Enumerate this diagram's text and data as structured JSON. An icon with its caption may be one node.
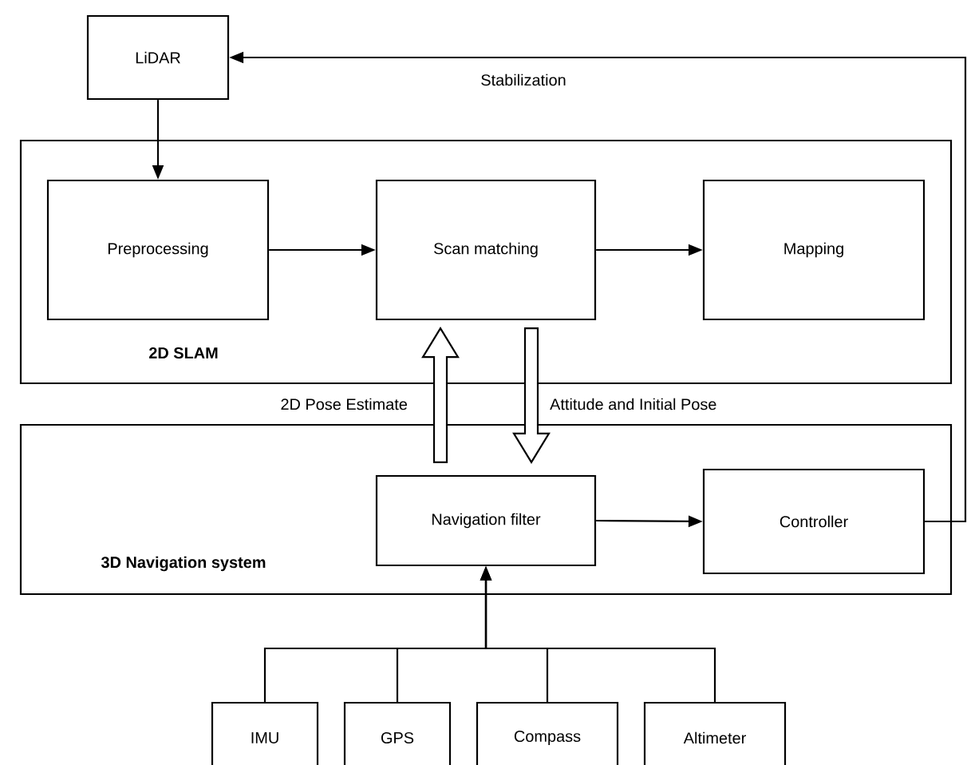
{
  "diagram": {
    "nodes": [
      {
        "text": [
          "LiDAR"
        ]
      },
      {
        "text": [
          "2D SLAM"
        ]
      },
      {
        "text": [
          "Preprocessing"
        ],
        "in": 1
      },
      {
        "text": [
          "Scan matching"
        ],
        "in": 1
      },
      {
        "text": [
          "Mapping"
        ],
        "in": 1
      },
      {
        "text": [
          "3D Navigation system"
        ]
      },
      {
        "text": [
          "Navigation filter"
        ],
        "in": 5
      },
      {
        "text": [
          "Controller"
        ],
        "in": 5
      },
      {
        "text": [
          "IMU"
        ]
      },
      {
        "text": [
          "GPS"
        ]
      },
      {
        "text": [
          "Compass"
        ]
      },
      {
        "text": [
          "Altimeter"
        ]
      }
    ],
    "edges": [
      {
        "from": 0,
        "to": 2,
        "arrow": "to"
      },
      {
        "from": 2,
        "to": 3,
        "arrow": "to"
      },
      {
        "from": 3,
        "to": 4,
        "arrow": "to"
      },
      {
        "from": 7,
        "to": 0,
        "arrow": "to",
        "label": "Stabilization"
      },
      {
        "from": 6,
        "to": 3,
        "arrow": "to",
        "style": "thick",
        "label": "2D Pose Estimate"
      },
      {
        "from": 3,
        "to": 6,
        "arrow": "to",
        "style": "thick",
        "label": "Attitude and Initial Pose"
      },
      {
        "from": 6,
        "to": 7,
        "arrow": "to"
      },
      {
        "from": 8,
        "to": 6,
        "arrow": "to"
      },
      {
        "from": 9,
        "to": 6,
        "arrow": "to"
      },
      {
        "from": 10,
        "to": 6,
        "arrow": "to"
      },
      {
        "from": 11,
        "to": 6,
        "arrow": "to"
      }
    ]
  }
}
